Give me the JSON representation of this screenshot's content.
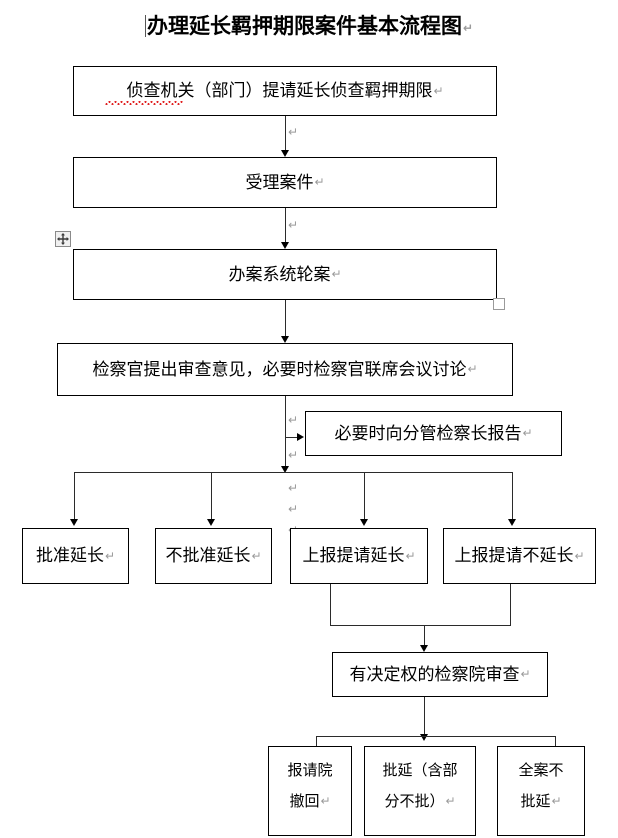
{
  "document": {
    "title": "办理延长羁押期限案件基本流程图",
    "paragraph_mark": "↵"
  },
  "flow": {
    "nodes": [
      {
        "id": "n1",
        "label": "侦查机关（部门）提请延长侦查羁押期限"
      },
      {
        "id": "n2",
        "label": "受理案件"
      },
      {
        "id": "n3",
        "label": "办案系统轮案"
      },
      {
        "id": "n4",
        "label": "检察官提出审查意见，必要时检察官联席会议讨论"
      },
      {
        "id": "n5",
        "label": "必要时向分管检察长报告"
      },
      {
        "id": "n6",
        "label": "批准延长"
      },
      {
        "id": "n7",
        "label": "不批准延长"
      },
      {
        "id": "n8",
        "label": "上报提请延长"
      },
      {
        "id": "n9",
        "label": "上报提请不延长"
      },
      {
        "id": "n10",
        "label": "有决定权的检察院审查"
      },
      {
        "id": "n11",
        "line1": "报请院",
        "line2": "撤回"
      },
      {
        "id": "n12",
        "line1": "批延（含部",
        "line2": "分不批）"
      },
      {
        "id": "n13",
        "line1": "全案不",
        "line2": "批延"
      }
    ]
  },
  "editor_marks": {
    "stray_returns": [
      "↵",
      "↵",
      "↵"
    ],
    "move_handle": "move-handle-icon",
    "resize_handle": "resize-handle-icon",
    "spellcheck_word": "侦查机关"
  },
  "colors": {
    "page_background": "#ffffff",
    "box_border": "#000000",
    "connector": "#2b2b2b",
    "text": "#000000",
    "pilcrow": "#9a9a9a",
    "spellcheck_underline": "#e02020",
    "handle_fill": "#f0f0f0",
    "handle_border": "#8a8a8a"
  }
}
